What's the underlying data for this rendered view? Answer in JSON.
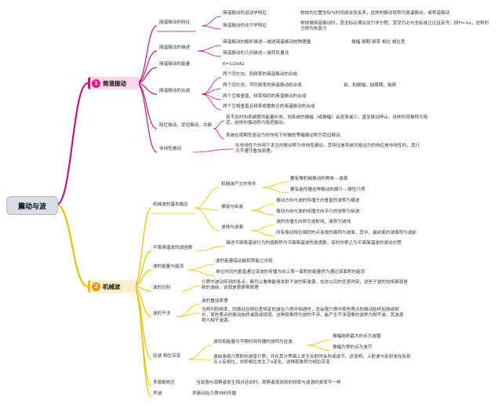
{
  "root": "震动与波",
  "cat1": {
    "num": "1",
    "label": "简谐振动",
    "color": "#c0187c",
    "num_color": "#e8198b"
  },
  "cat2": {
    "num": "2",
    "label": "机械波",
    "color": "#e6c200",
    "num_color": "#f29200"
  },
  "simple": {
    "feature": "简谐振动的特征",
    "kin": "简谐振动的运动学特征",
    "kin_d": "物体的位置坐标与时间成余弦关系，这样的振动就称为简谐振动，或称谐振动",
    "dyn": "简谐振动的动力学特征",
    "dyn_d": "物体做简谐振动时，其坐标必满足动力学方程，其受力必与坐标成正比且反号，即F=-kx，这样的力称为恢复力",
    "desc": "简谐振动的描述",
    "analytic": "简谐振动的解析描述---描述简谐振动的物理量",
    "analytic_d": "振幅 周期 频率 相位 相位差",
    "geo": "简谐振动的几何描述---旋转矢量法",
    "energy": "简谐振动的能量",
    "energy_d": "E=1/2kA2",
    "comp": "简谐振动的合成",
    "c1": "两个同方向，同频率的简谐振动的合成",
    "c2": "两个同方向，不同频率的简谐振动的合成",
    "c2_d": "拍，拍振幅，拍周期，拍频",
    "c3": "两个互相垂直，频率相同的简谐振动的合成",
    "c4": "两个互相垂直且频率成整数比的简谐振动的合成",
    "damp": "阻尼振动，受迫振动，共振",
    "damp_d1": "若不及时向系统提供能量补充，则系统的振幅（或振幅）会逐渐减少，直至振动停止。这样的现象称为阻尼，这样的振动称为阻尼振动。",
    "damp_d2": "系统在周期性驱动力的作用下所做的等幅振动称为受迫振动。",
    "nonlin": "非线性振动",
    "nonlin_d": "在非线性力作用下发生的振动称为非线性振动，其特征是系统对驱动力的响应是非线性的，其行为不遵守叠加原理。"
  },
  "wave": {
    "basic": "机械波的基本概念",
    "cond": "机械波产生的条件",
    "cond_1": "要有做机械振动的物体---波源",
    "cond_2": "要有能传播这种振动的媒介---弹性介质",
    "tl": "横波与纵波",
    "tl_1": "振动方向与波的传播方向垂直的波称为横波",
    "tl_2": "振动方向与波的传播方向平行的波称为纵波",
    "wl": "波线与波面",
    "wl_1": "波的传播方向称为波射线，简称为波线",
    "wl_2": "所有振动相位相同的点连成的面称为波面，其中，最前面的波面称为波前",
    "plane": "平面简谐波的波函数",
    "plane_d": "描述平面简谐波行为的函数称为平面简谐波的波函数，有时亦称之为平面简谐波的波动方程",
    "energy": "波的能量与能流",
    "energy_1": "波的能量指动能和势能之总和",
    "energy_2": "单位时间内垂直通过该波的传播方向上某一面积的能量称为通过该面积的能流",
    "diff": "波的衍射",
    "diff_d": "介质中波动传到的各点，都可以看做能够发射子波的新波源，在这以后的任意时刻，这些子波的包络面就是新的波前，这就是惠更斯原理",
    "interf": "波的干涉",
    "interf_1": "波的叠加原理",
    "interf_2": "当两列同频率，同振动且相位差恒定的波在介质中相遇时，总会使介质中某些质点的振动始终加强或相长，某些质点的振动始终减弱或相消。这种现象称为波的干涉，能产生干涉现象的波称为相干波，其波源称为相干波源。",
    "standing": "驻波 相位突变",
    "st_a": "波形和能量均不随时间传播的波称为驻波",
    "st_a1": "振幅始终最大的点为波腹",
    "st_a2": "振幅为零的点为波节",
    "st_b": "波由波疏介质射向波密介质，并在其分界面上发生反射时会形成波节。这说明，入射波与反射波在反射点上反相位，亦即相位发生了π变化，这种现象称为相位突变",
    "doppler": "多普勒效应",
    "doppler_d": "当波源与观察者发生相对运动时，观察者观测到的频率与波源的频率不一样",
    "sound": "声波",
    "sound_d": "声振动在介质中的传播"
  }
}
